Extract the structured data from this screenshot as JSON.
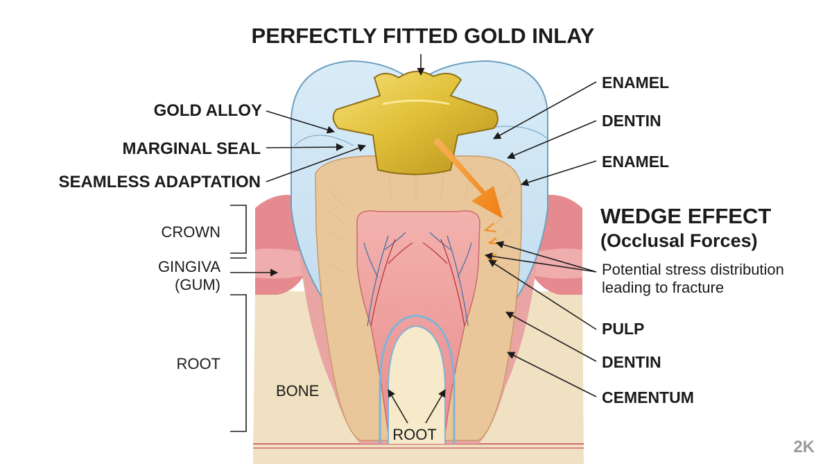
{
  "title": "PERFECTLY FITTED GOLD INLAY",
  "left_labels": {
    "gold_alloy": "GOLD ALLOY",
    "marginal_seal": "MARGINAL SEAL",
    "seamless_adaptation": "SEAMLESS ADAPTATION",
    "crown": "CROWN",
    "gingiva_line1": "GINGIVA",
    "gingiva_line2": "(GUM)",
    "root": "ROOT"
  },
  "right_labels": {
    "enamel_top": "ENAMEL",
    "dentin_top": "DENTIN",
    "enamel_mid": "ENAMEL",
    "wedge_title": "WEDGE EFFECT",
    "wedge_subtitle": "(Occlusal Forces)",
    "stress_line1": "Potential stress distribution",
    "stress_line2": "leading to fracture",
    "pulp": "PULP",
    "dentin_bottom": "DENTIN",
    "cementum": "CEMENTUM"
  },
  "inner_labels": {
    "bone": "BONE",
    "root_bottom": "ROOT"
  },
  "watermark": "2K",
  "colors": {
    "enamel": "#cfe6f3",
    "enamel_edge": "#6f9fc0",
    "dentin": "#e9c79a",
    "pulp": "#ec9a9a",
    "gold": "#e2c13a",
    "gum": "#e58a8e",
    "bone": "#efe1c1",
    "arrow": "#f08a1e"
  }
}
